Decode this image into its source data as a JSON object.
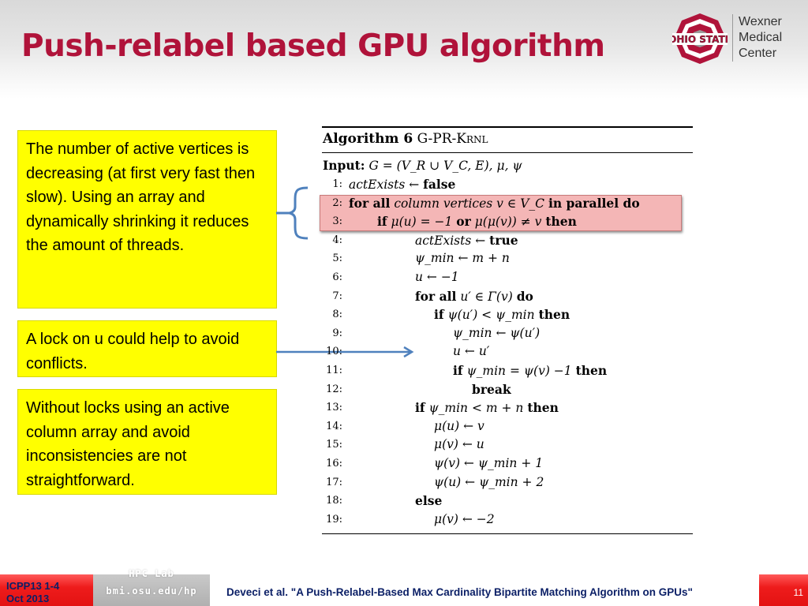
{
  "slide": {
    "title": "Push-relabel based GPU algorithm",
    "logo_lines": [
      "Wexner",
      "Medical",
      "Center"
    ],
    "logo_mark_text": "OHIO STATE",
    "colors": {
      "title": "#b0133a",
      "highlight": "#f4b6b6",
      "note_bg": "#ffff00",
      "footer_red": "#e31212",
      "footer_text": "#0b1f66",
      "connector": "#4f81bd"
    }
  },
  "notes": [
    "The number of active vertices is decreasing (at first very fast then slow). Using an array and dynamically shrinking it reduces the amount of threads.",
    "A lock on u could help to avoid conflicts.",
    "Without locks using an active column array and avoid inconsistencies are not straightforward."
  ],
  "algorithm": {
    "label": "Algorithm 6",
    "name": "G-PR-Krnl",
    "input_label": "Input:",
    "input_value": "G = (V_R ∪ V_C, E), μ, ψ",
    "lines": [
      {
        "n": "1:",
        "text": "actExists ← false"
      },
      {
        "n": "2:",
        "text": "for all column vertices v ∈ V_C in parallel do"
      },
      {
        "n": "3:",
        "text": "if μ(u) = −1 or μ(μ(v)) ≠ v then"
      },
      {
        "n": "4:",
        "text": "actExists ← true"
      },
      {
        "n": "5:",
        "text": "ψ_min ← m + n"
      },
      {
        "n": "6:",
        "text": "u ← −1"
      },
      {
        "n": "7:",
        "text": "for all u′ ∈ Γ(v) do"
      },
      {
        "n": "8:",
        "text": "if ψ(u′) < ψ_min then"
      },
      {
        "n": "9:",
        "text": "ψ_min ← ψ(u′)"
      },
      {
        "n": "10:",
        "text": "u ← u′"
      },
      {
        "n": "11:",
        "text": "if ψ_min = ψ(v) −1 then"
      },
      {
        "n": "12:",
        "text": "break"
      },
      {
        "n": "13:",
        "text": "if ψ_min < m + n then"
      },
      {
        "n": "14:",
        "text": "μ(u) ← v"
      },
      {
        "n": "15:",
        "text": "μ(v) ← u"
      },
      {
        "n": "16:",
        "text": "ψ(v) ← ψ_min + 1"
      },
      {
        "n": "17:",
        "text": "ψ(u) ← ψ_min + 2"
      },
      {
        "n": "18:",
        "text": "else"
      },
      {
        "n": "19:",
        "text": "μ(v) ← −2"
      }
    ]
  },
  "footer": {
    "conference_line1": "ICPP13 1-4",
    "conference_line2": "Oct 2013",
    "lab_line1": "HPC Lab",
    "lab_line2": "bmi.osu.edu/hp",
    "citation": "Deveci et al. \"A Push-Relabel-Based Max Cardinality Bipartite Matching Algorithm on GPUs\"",
    "page_number": "11"
  }
}
